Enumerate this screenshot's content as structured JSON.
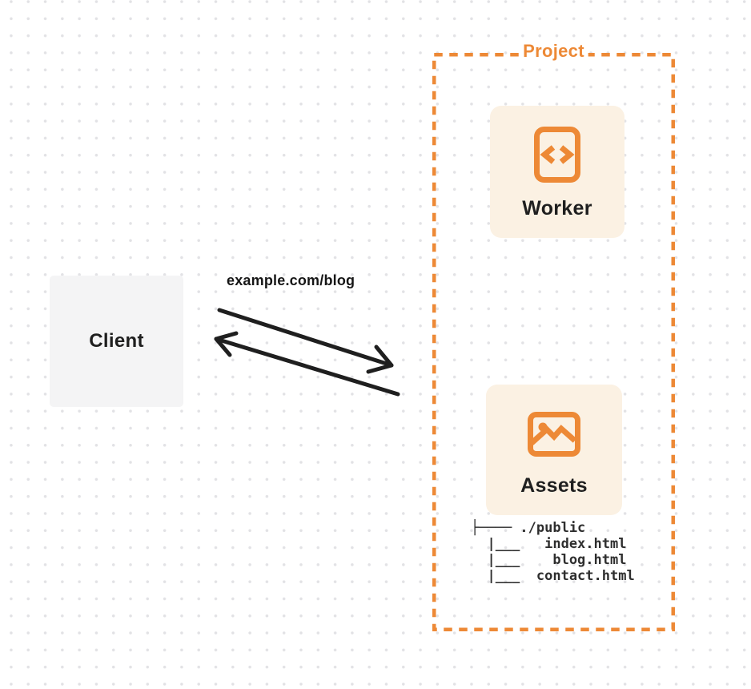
{
  "client": {
    "label": "Client",
    "bg_color": "#F4F4F5"
  },
  "request": {
    "label": "example.com/blog"
  },
  "project": {
    "label": "Project",
    "accent_color": "#ED8936",
    "card_bg_color": "#FBF1E3",
    "worker": {
      "label": "Worker",
      "icon": "code-document-icon"
    },
    "assets": {
      "label": "Assets",
      "icon": "image-icon"
    },
    "file_tree": [
      "├──── ./public",
      "  |___   index.html",
      "  |___    blog.html",
      "  |___  contact.html"
    ]
  },
  "colors": {
    "arrow": "#1F1F1F",
    "dot_grid": "#E2E2E5",
    "text_dark": "#1F1F1F"
  }
}
